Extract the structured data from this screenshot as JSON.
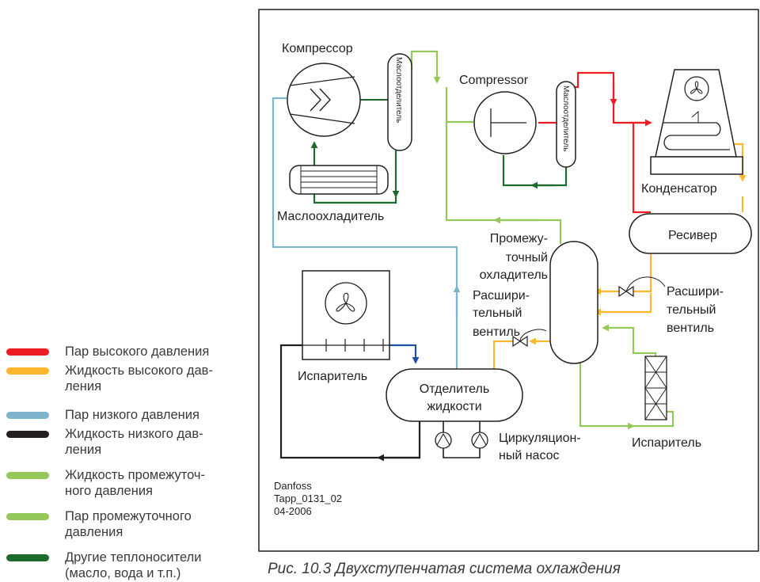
{
  "legend": {
    "items": [
      {
        "color": "#ed1c24",
        "line1": "Пар высокого давления",
        "line2": ""
      },
      {
        "color": "#fbb730",
        "line1": "Жидкость высокого дав-",
        "line2": "ления"
      },
      {
        "color": "#7fb2cc",
        "line1": "Пар низкого давления",
        "line2": ""
      },
      {
        "color": "#231f20",
        "line1": "Жидкость низкого дав-",
        "line2": "ления"
      },
      {
        "color": "#95c85a",
        "line1": "Жидкость промежуточ-",
        "line2": "ного давления"
      },
      {
        "color": "#95c85a",
        "line1": "Пар промежуточного",
        "line2": "давления"
      },
      {
        "color": "#1e6b2e",
        "line1": "Другие теплоносители",
        "line2": "(масло, вода и т.п.)"
      }
    ]
  },
  "diagram": {
    "compressor_lp": "Компрессор",
    "oil_separator_1": "Маслоотделитель",
    "compressor_hp": "Compressor",
    "oil_separator_2": "Маслоотделитель",
    "oil_cooler": "Маслоохладитель",
    "condenser": "Конденсатор",
    "receiver": "Ресивер",
    "intercooler": [
      "Промежу-",
      "точный",
      "охладитель"
    ],
    "expansion_valve_left": [
      "Расшири-",
      "тельный",
      "вентиль"
    ],
    "expansion_valve_right": [
      "Расшири-",
      "тельный",
      "вентиль"
    ],
    "evaporator_left": "Испаритель",
    "liquid_separator": [
      "Отделитель",
      "жидкости"
    ],
    "circulation_pump": [
      "Циркуляцион-",
      "ный насос"
    ],
    "evaporator_right": "Испаритель",
    "credits": [
      "Danfoss",
      "Tapp_0131_02",
      "04-2006"
    ]
  },
  "caption": "Рис. 10.3 Двухступенчатая система охлаждения"
}
